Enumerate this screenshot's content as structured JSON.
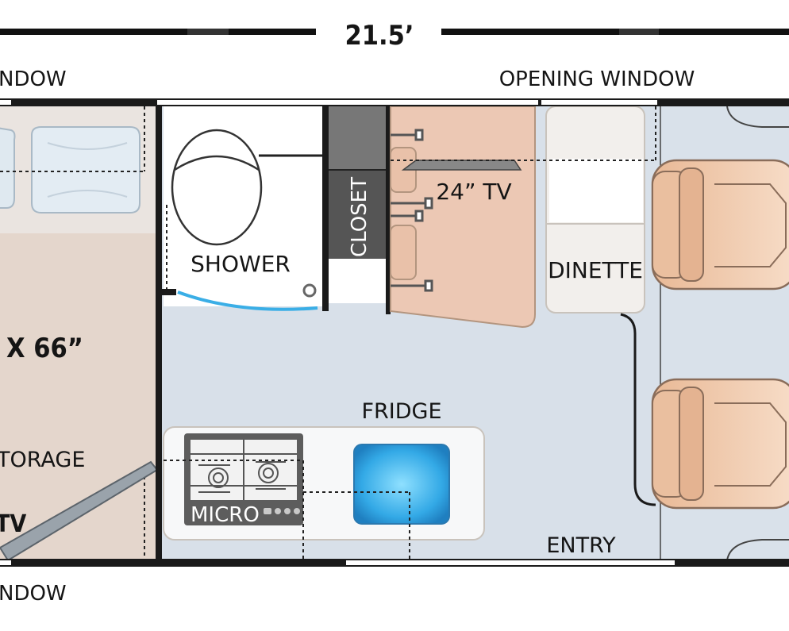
{
  "dimension": {
    "length": "21.5’"
  },
  "labels": {
    "window_top_left": "NDOW",
    "window_top_right": "OPENING WINDOW",
    "window_bottom_left": "NDOW",
    "shower": "SHOWER",
    "closet": "CLOSET",
    "tv": "24” TV",
    "dinette": "DINETTE",
    "bed_size": "X 66”",
    "storage": "TORAGE",
    "tv_left": "TV",
    "fridge": "FRIDGE",
    "micro": "MICRO",
    "entry": "ENTRY"
  },
  "colors": {
    "floor": "#d8e0e9",
    "bed": "#e4d6cc",
    "wall": "#1a1a1a",
    "closet": "#555555",
    "dinette_wood": "#ecc8b4",
    "seat": "#f0c8a8",
    "sink": "#3aaee6",
    "shower_curve": "#3aaee6"
  }
}
